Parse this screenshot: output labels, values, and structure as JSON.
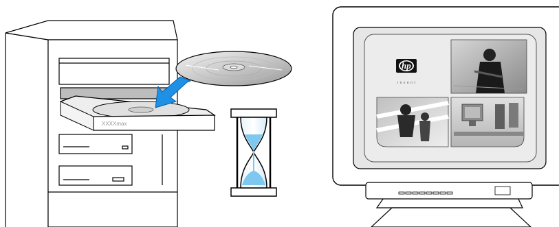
{
  "cd_tray": {
    "drive_label": "XXXXmax"
  },
  "monitor": {
    "logo_text": "hp",
    "logo_tagline": "invent"
  },
  "icons": {
    "computer": "tower-computer-icon",
    "cd": "cd-disc-icon",
    "arrow": "insert-arrow-icon",
    "hourglass": "hourglass-icon",
    "monitor": "crt-monitor-icon"
  },
  "colors": {
    "arrow": "#1e90e6",
    "sand": "#7ec8f0",
    "screen_bg": "#ececec"
  }
}
